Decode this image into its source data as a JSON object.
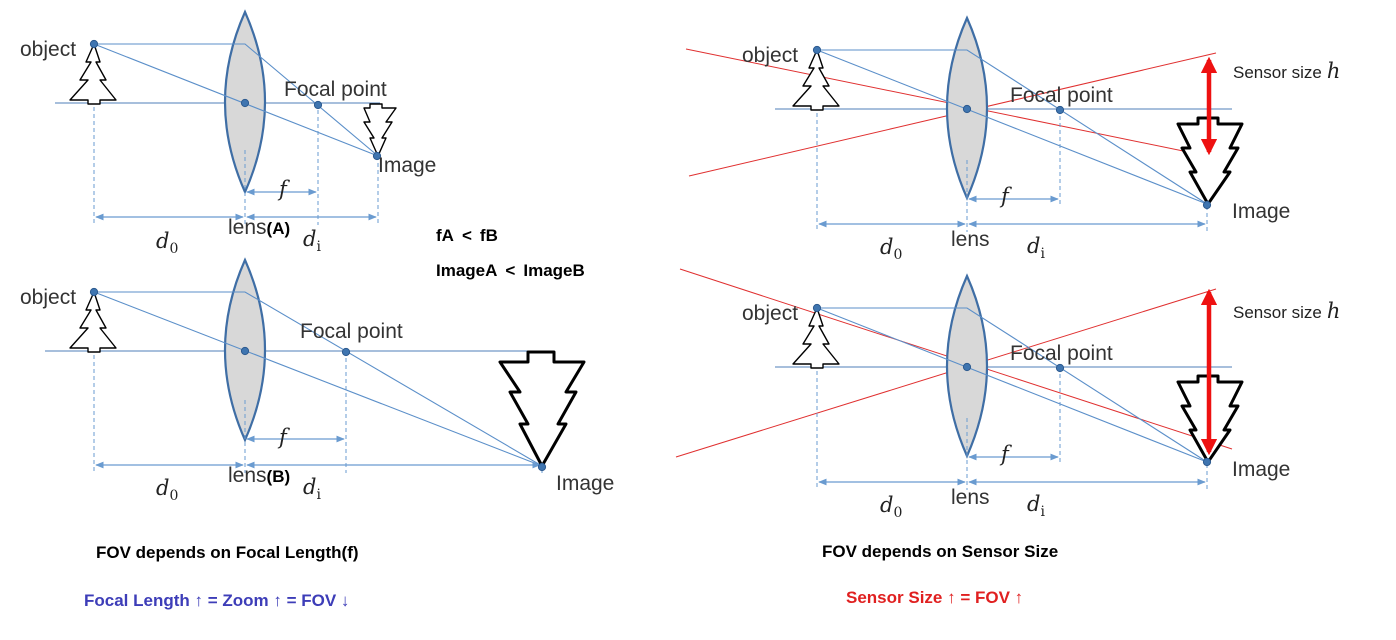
{
  "labels": {
    "object": "object",
    "focal_point": "Focal point",
    "image": "Image",
    "lens": "lens",
    "f": "f",
    "d": "d",
    "sub_0": "0",
    "sub_i": "i",
    "tag_a": "(A)",
    "tag_b": "(B)",
    "sensor_size": "Sensor size",
    "h": "h"
  },
  "comparison": {
    "f_a_main": "f",
    "f_a_sub": "A",
    "less_than": "<",
    "f_b_main": "f",
    "f_b_sub": "B",
    "image_a_main": "Image",
    "image_a_sub": "A",
    "image_b_main": "Image",
    "image_b_sub": "B"
  },
  "captions": {
    "left_title": "FOV depends on Focal Length(f)",
    "left_relation": "Focal Length ↑ = Zoom ↑ = FOV ↓",
    "right_title": "FOV depends on Sensor Size",
    "right_relation": "Sensor Size ↑ = FOV ↑"
  },
  "colors": {
    "left_relation": "#3d3db8",
    "right_relation": "#e02020",
    "ray": "#5b8fc9",
    "sensor_arrow": "#ee1111"
  }
}
